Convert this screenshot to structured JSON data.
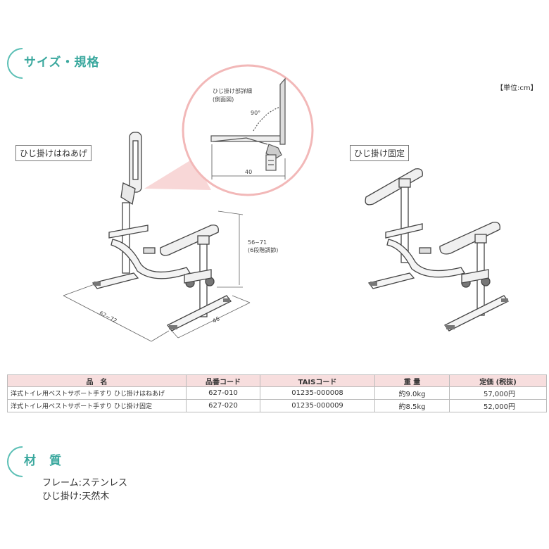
{
  "sections": {
    "size_title": "サイズ・規格",
    "material_title": "材　質"
  },
  "unit_note": "【単位:cm】",
  "labels": {
    "left_product": "ひじ掛けはねあげ",
    "right_product": "ひじ掛け固定"
  },
  "detail": {
    "title_line1": "ひじ掛け部詳細",
    "title_line2": "(側面図)",
    "angle": "90°",
    "depth": "40"
  },
  "dimensions": {
    "height": "56~71",
    "height_note": "(6段階調節)",
    "width": "62~72",
    "depth": "46"
  },
  "table": {
    "headers": [
      "品　名",
      "品番コード",
      "TAISコード",
      "重 量",
      "定価 (税抜)"
    ],
    "rows": [
      [
        "洋式トイレ用ベストサポート手すり ひじ掛けはねあげ",
        "627-010",
        "01235-000008",
        "約9.0kg",
        "57,000円"
      ],
      [
        "洋式トイレ用ベストサポート手すり ひじ掛け固定",
        "627-020",
        "01235-000009",
        "約8.5kg",
        "52,000円"
      ]
    ]
  },
  "materials": {
    "frame": "フレーム:ステンレス",
    "armrest": "ひじ掛け:天然木"
  },
  "colors": {
    "accent": "#3aa89e",
    "table_header": "#f7dede",
    "callout": "#f2b8b8"
  }
}
